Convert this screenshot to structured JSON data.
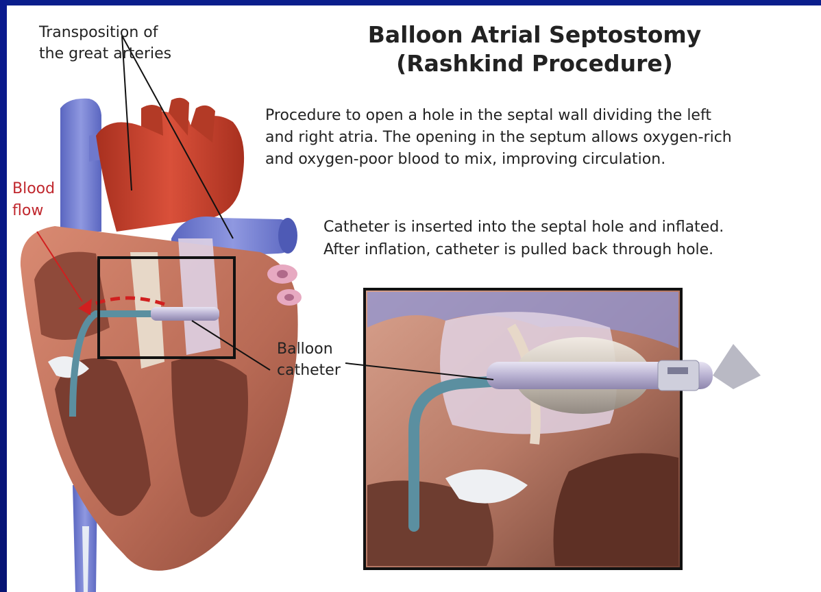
{
  "title": {
    "line1": "Balloon Atrial Septostomy",
    "line2": "(Rashkind Procedure)"
  },
  "description": {
    "line1": "Procedure to open a hole in the septal wall dividing the left",
    "line2": "and right atria. The opening in the septum allows oxygen-rich",
    "line3": "and oxygen-poor blood to mix, improving circulation."
  },
  "catheter_note": {
    "line1": "Catheter is inserted into the septal hole and inflated.",
    "line2": "After inflation, catheter is pulled back through hole."
  },
  "labels": {
    "tga_line1": "Transposition of",
    "tga_line2": "the great arteries",
    "blood_line1": "Blood",
    "blood_line2": "flow",
    "balloon_line1": "Balloon",
    "balloon_line2": "catheter"
  },
  "colors": {
    "frame": "#0a1e8c",
    "vein_blue": "#7b86d6",
    "artery_red": "#c8432e",
    "muscle": "#b86a55",
    "accent_red": "#c0272d"
  }
}
